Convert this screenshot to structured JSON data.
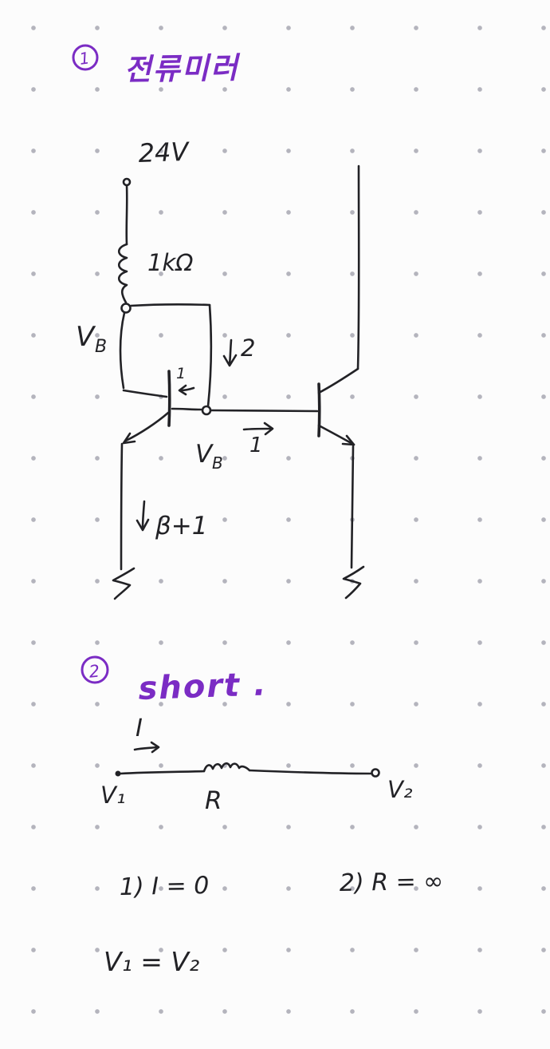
{
  "palette": {
    "paper": "#fcfcfc",
    "dots": "#b4b4bd",
    "ink": "#222226",
    "accent": "#7b2cc4"
  },
  "section_current_mirror": {
    "badge_number": "1",
    "title": "전류미러",
    "labels": {
      "supply_voltage": "24V",
      "resistor_value": "1kΩ",
      "vb_left_main": "V",
      "vb_left_sub": "B",
      "branch_current": "2",
      "base_current": "1",
      "vb_bottom_main": "V",
      "vb_bottom_sub": "B",
      "output_current": "1",
      "emitter_current": "β+1"
    }
  },
  "section_short": {
    "badge_number": "2",
    "title": "short .",
    "labels": {
      "current": "I",
      "left_node": "V₁",
      "resistor": "R",
      "right_node": "V₂"
    },
    "equations": {
      "case1": "1) I = 0",
      "case2": "2) R = ∞",
      "result": "V₁ = V₂"
    }
  }
}
